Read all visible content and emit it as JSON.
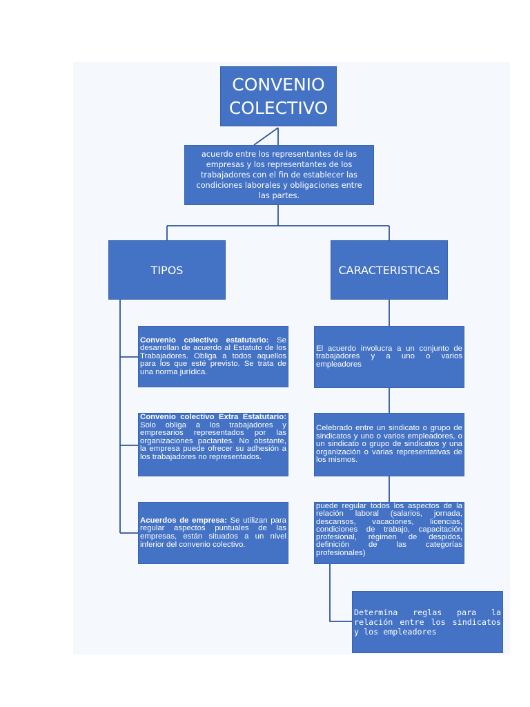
{
  "title": "CONVENIO COLECTIVO",
  "definition": "acuerdo entre los representantes de las empresas y los representantes de los trabajadores con el fin de establecer las condiciones laborales y obligaciones entre las partes.",
  "tipos": {
    "heading": "TIPOS",
    "items": [
      {
        "term": "Convenio colectivo estatutario:",
        "text": " Se desarrollan de acuerdo al Estatuto de los Trabajadores. Obliga a todos aquellos para los que esté previsto. Se trata de una norma jurídica."
      },
      {
        "term": "Convenio colectivo Extra Estatutario:",
        "text": " Solo obliga a los trabajadores y empresarios representados por las organizaciones pactantes. No obstante, la empresa puede ofrecer su adhesión a los trabajadores no representados."
      },
      {
        "term": "Acuerdos de empresa:",
        "text": " Se utilizan para regular aspectos puntuales de las empresas, están situados a un nivel inferior del convenio colectivo."
      }
    ]
  },
  "caracteristicas": {
    "heading": "CARACTERISTICAS",
    "items": [
      {
        "text": "El acuerdo involucra a un conjunto de trabajadores y a uno o varios empleadores"
      },
      {
        "text": "Celebrado entre un sindicato o grupo de sindicatos y uno o varios empleadores, o un sindicato o grupo de sindicatos y una organización o varias representativas de los mismos."
      },
      {
        "text": "puede regular todos los aspectos de la relación laboral (salarios, jornada, descansos, vacaciones, licencias, condiciones de trabajo, capacitación profesional, régimen de despidos, definición de las categorías profesionales)"
      },
      {
        "text": "Determina reglas para la relación entre los sindicatos y los empleadores"
      }
    ]
  },
  "colors": {
    "box": "#4472c4",
    "line": "#2f5597",
    "text": "#ffffff"
  }
}
